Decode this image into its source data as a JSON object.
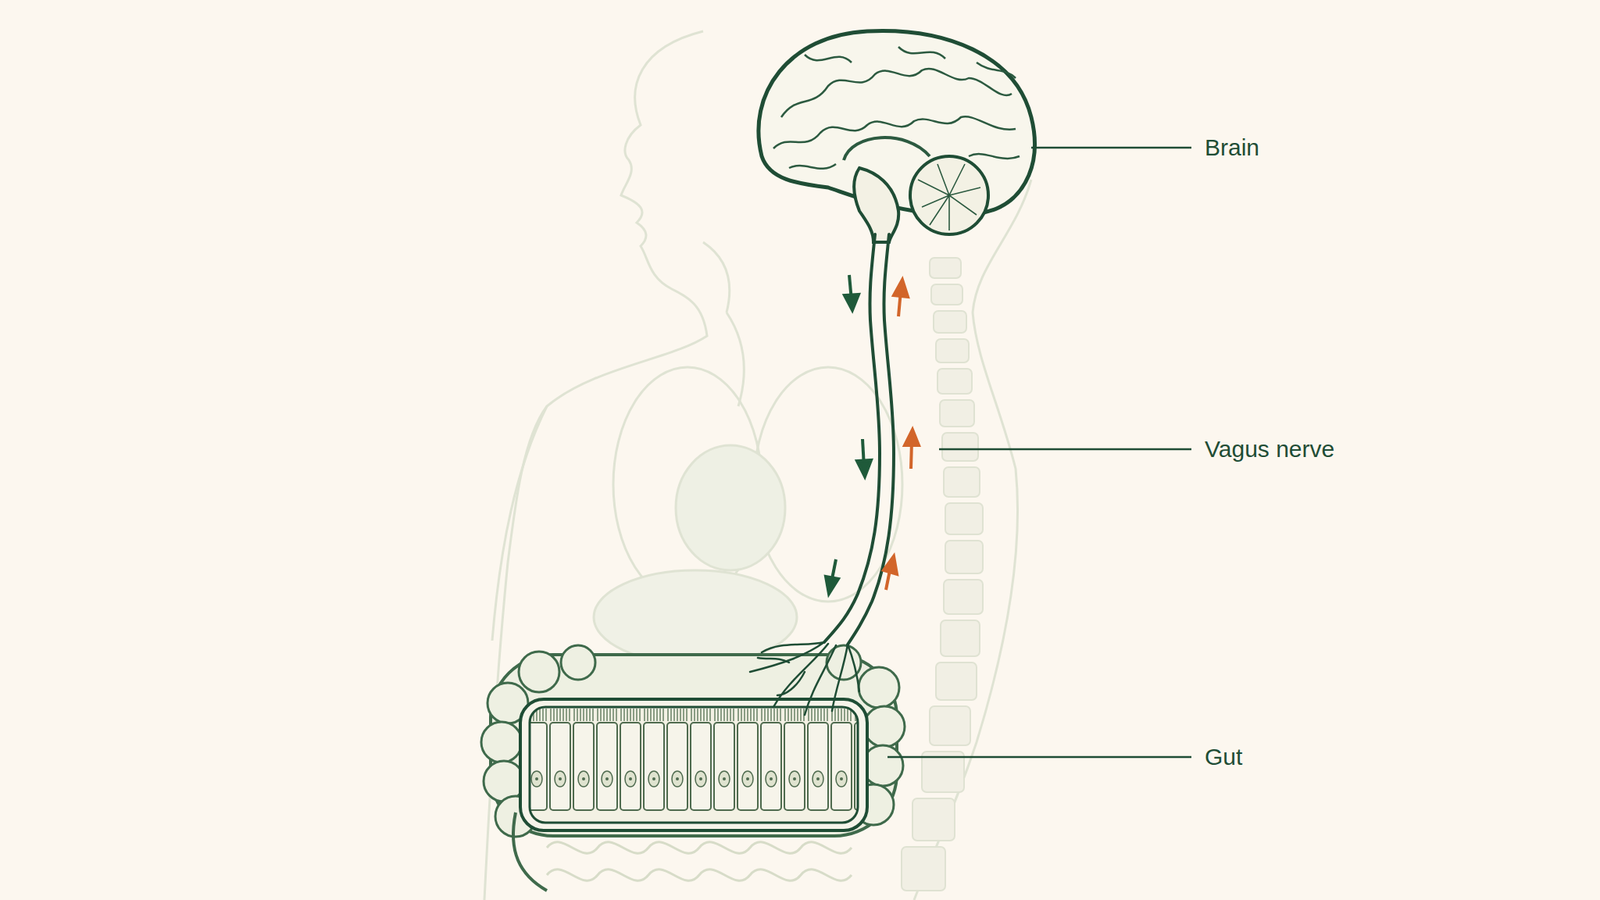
{
  "diagram": {
    "labels": [
      "Brain",
      "Vagus nerve",
      "Gut"
    ]
  }
}
